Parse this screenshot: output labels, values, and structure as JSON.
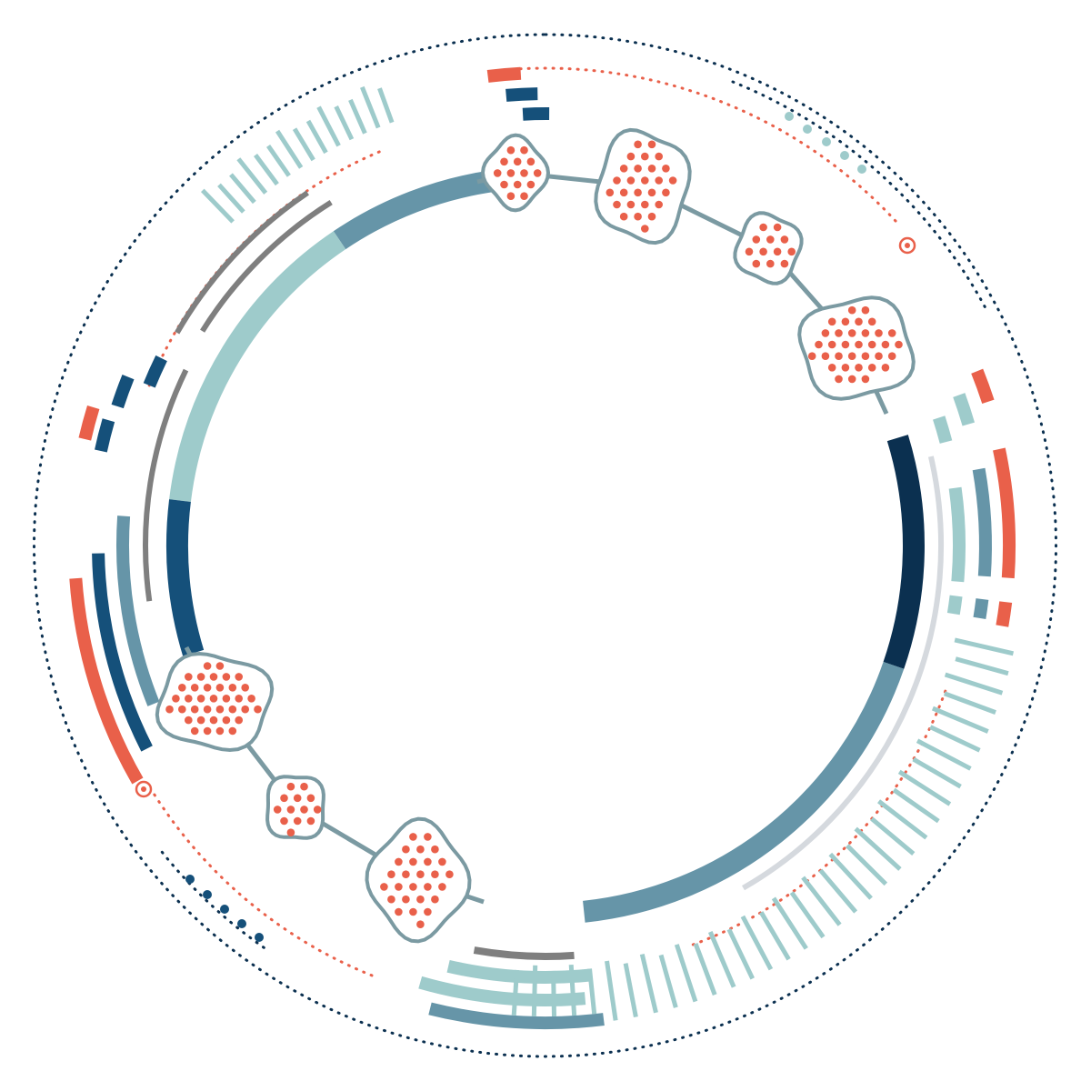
{
  "palette": {
    "background": "#ffffff",
    "navy": "#0b3050",
    "steel_blue": "#6695a8",
    "dark_blue": "#15507a",
    "pale_teal": "#9ecbcb",
    "gray": "#7f7f7f",
    "light_gray": "#d5d9de",
    "coral": "#e9604a",
    "blob_outline": "#7b9aa2",
    "blob_fill": "#ffffff"
  },
  "graphic": {
    "kind": "decorative circular genome-style diagram",
    "text_labels": [],
    "main_ring_segments": [
      {
        "name": "segment-top-left",
        "color": "steel_blue"
      },
      {
        "name": "segment-upper-left",
        "color": "pale_teal"
      },
      {
        "name": "segment-left",
        "color": "dark_blue"
      },
      {
        "name": "segment-right",
        "color": "navy"
      },
      {
        "name": "segment-lower-right",
        "color": "steel_blue"
      }
    ],
    "dot_clusters": [
      {
        "name": "cluster-top-1",
        "color": "coral"
      },
      {
        "name": "cluster-top-2",
        "color": "coral"
      },
      {
        "name": "cluster-top-3",
        "color": "coral"
      },
      {
        "name": "cluster-right-1",
        "color": "coral"
      },
      {
        "name": "cluster-left-1",
        "color": "coral"
      },
      {
        "name": "cluster-bottom-1",
        "color": "coral"
      },
      {
        "name": "cluster-bottom-2",
        "color": "coral"
      }
    ],
    "target_markers": 2,
    "outer_dotted_ring": true
  }
}
